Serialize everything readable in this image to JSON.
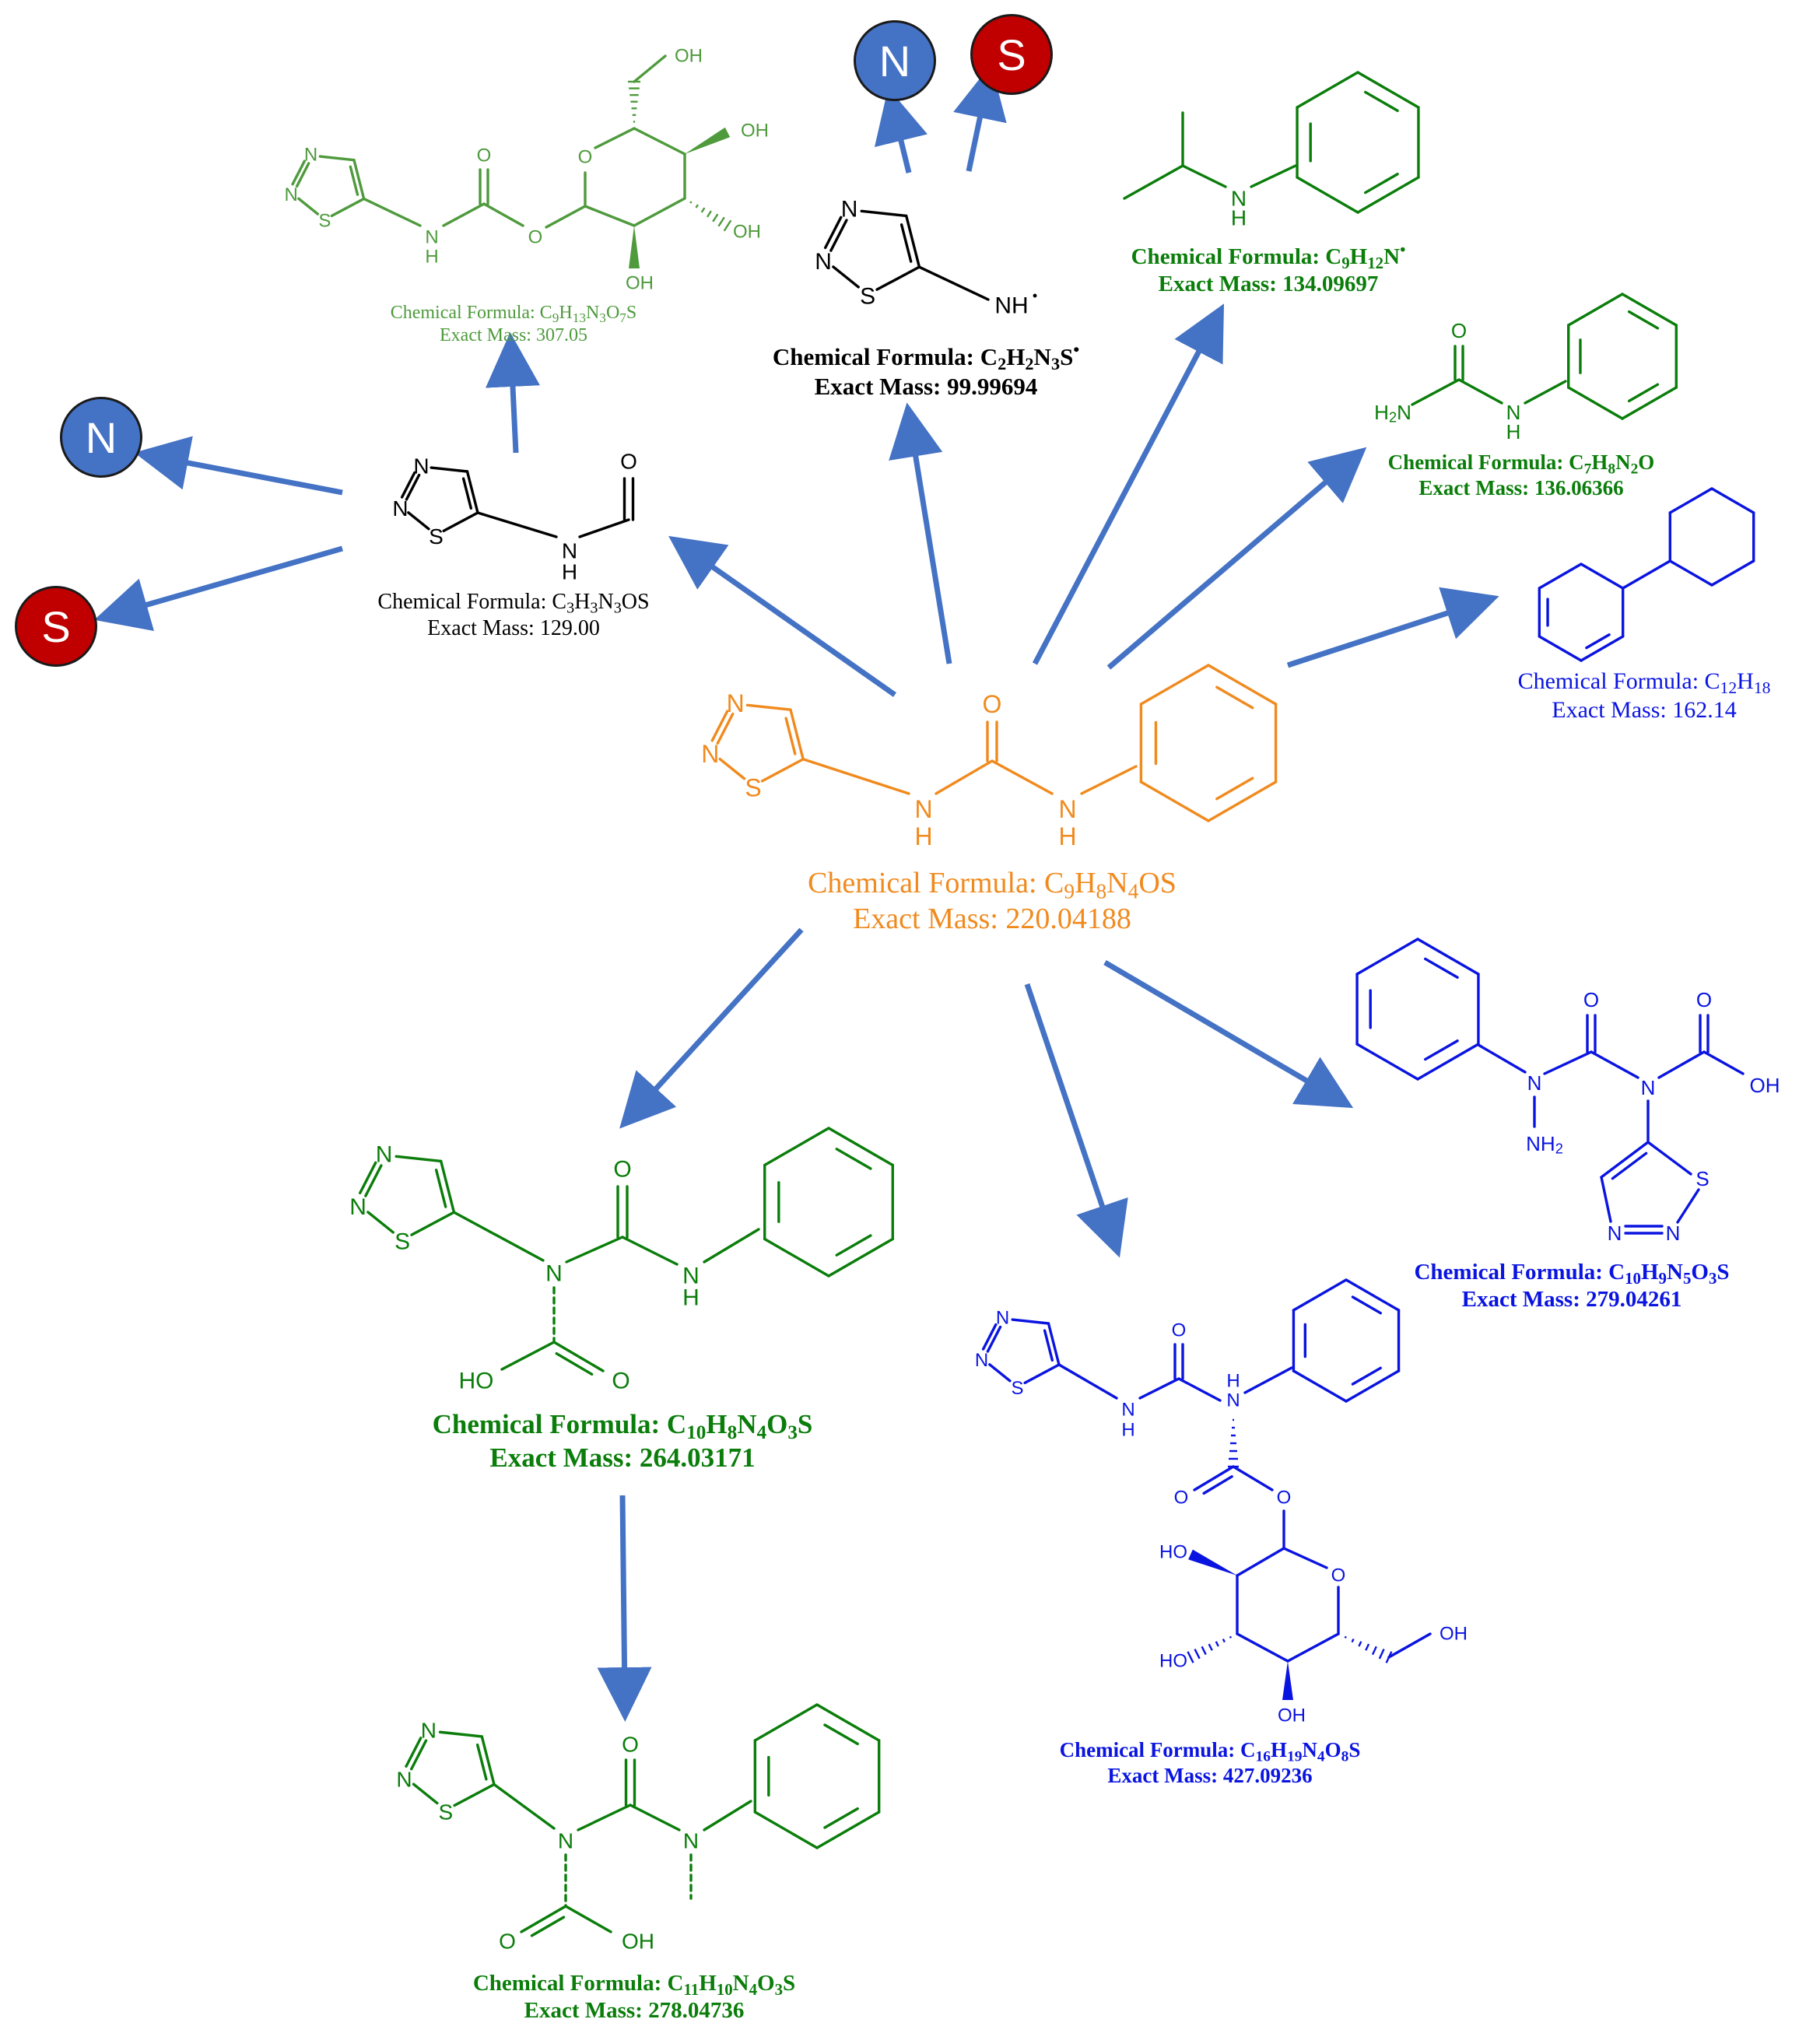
{
  "colors": {
    "arrow": "#4472c4",
    "orange": "#f08a1e",
    "black": "#000000",
    "green": "#0a7d0a",
    "light_green": "#4e9a3c",
    "blue": "#0a14e0",
    "badge_n": "#4472c4",
    "badge_s": "#c00000"
  },
  "badges": [
    {
      "id": "n-top",
      "label": "N",
      "kind": "nitrogen-element-badge"
    },
    {
      "id": "s-top",
      "label": "S",
      "kind": "sulfur-element-badge"
    },
    {
      "id": "n-left",
      "label": "N",
      "kind": "nitrogen-element-badge"
    },
    {
      "id": "s-left",
      "label": "S",
      "kind": "sulfur-element-badge"
    }
  ],
  "compounds": [
    {
      "id": "parent",
      "formula": [
        "Chemical Formula: C",
        "9",
        "H",
        "8",
        "N",
        "4",
        "OS"
      ],
      "mass": "Exact Mass: 220.04188",
      "color": "orange"
    },
    {
      "id": "formyl",
      "formula": [
        "Chemical Formula: C",
        "3",
        "H",
        "3",
        "N",
        "3",
        "OS"
      ],
      "mass": "Exact Mass: 129.00",
      "color": "black"
    },
    {
      "id": "glucoside-top",
      "formula": [
        "Chemical Formula: C",
        "9",
        "H",
        "13",
        "N",
        "3",
        "O",
        "7",
        "S"
      ],
      "mass": "Exact Mass: 307.05",
      "color": "light_green"
    },
    {
      "id": "amine-radical",
      "formula": [
        "Chemical Formula: C",
        "2",
        "H",
        "2",
        "N",
        "3",
        "S"
      ],
      "radical": "•",
      "mass": "Exact Mass: 99.99694",
      "color": "black"
    },
    {
      "id": "isopropylaniline",
      "formula": [
        "Chemical Formula: C",
        "9",
        "H",
        "12",
        "N"
      ],
      "radical": "•",
      "mass": "Exact Mass: 134.09697",
      "color": "green"
    },
    {
      "id": "phenylurea",
      "formula": [
        "Chemical Formula: C",
        "7",
        "H",
        "8",
        "N",
        "2",
        "O"
      ],
      "mass": "Exact Mass: 136.06366",
      "color": "green"
    },
    {
      "id": "cyclohexyl",
      "formula": [
        "Chemical Formula: C",
        "12",
        "H",
        "18"
      ],
      "mass": "Exact Mass: 162.14",
      "color": "blue"
    },
    {
      "id": "carboxy",
      "formula": [
        "Chemical Formula: C",
        "10",
        "H",
        "8",
        "N",
        "4",
        "O",
        "3",
        "S"
      ],
      "mass": "Exact Mass: 264.03171",
      "color": "green"
    },
    {
      "id": "methyl-carboxy",
      "formula": [
        "Chemical Formula: C",
        "11",
        "H",
        "10",
        "N",
        "4",
        "O",
        "3",
        "S"
      ],
      "mass": "Exact Mass: 278.04736",
      "color": "green"
    },
    {
      "id": "glucoside-bottom",
      "formula": [
        "Chemical Formula: C",
        "16",
        "H",
        "19",
        "N",
        "4",
        "O",
        "8",
        "S"
      ],
      "mass": "Exact Mass: 427.09236",
      "color": "blue"
    },
    {
      "id": "hydrazine",
      "formula": [
        "Chemical Formula: C",
        "10",
        "H",
        "9",
        "N",
        "5",
        "O",
        "3",
        "S"
      ],
      "mass": "Exact Mass: 279.04261",
      "color": "blue"
    }
  ],
  "atom_labels": {
    "N": "N",
    "S": "S",
    "O": "O",
    "H": "H",
    "NH": "NH",
    "OH": "OH",
    "HO": "HO",
    "H2N": [
      "H",
      "2",
      "N"
    ],
    "NH2": [
      "NH",
      "2"
    ],
    "NHdot": "NH",
    "dot": "•"
  }
}
